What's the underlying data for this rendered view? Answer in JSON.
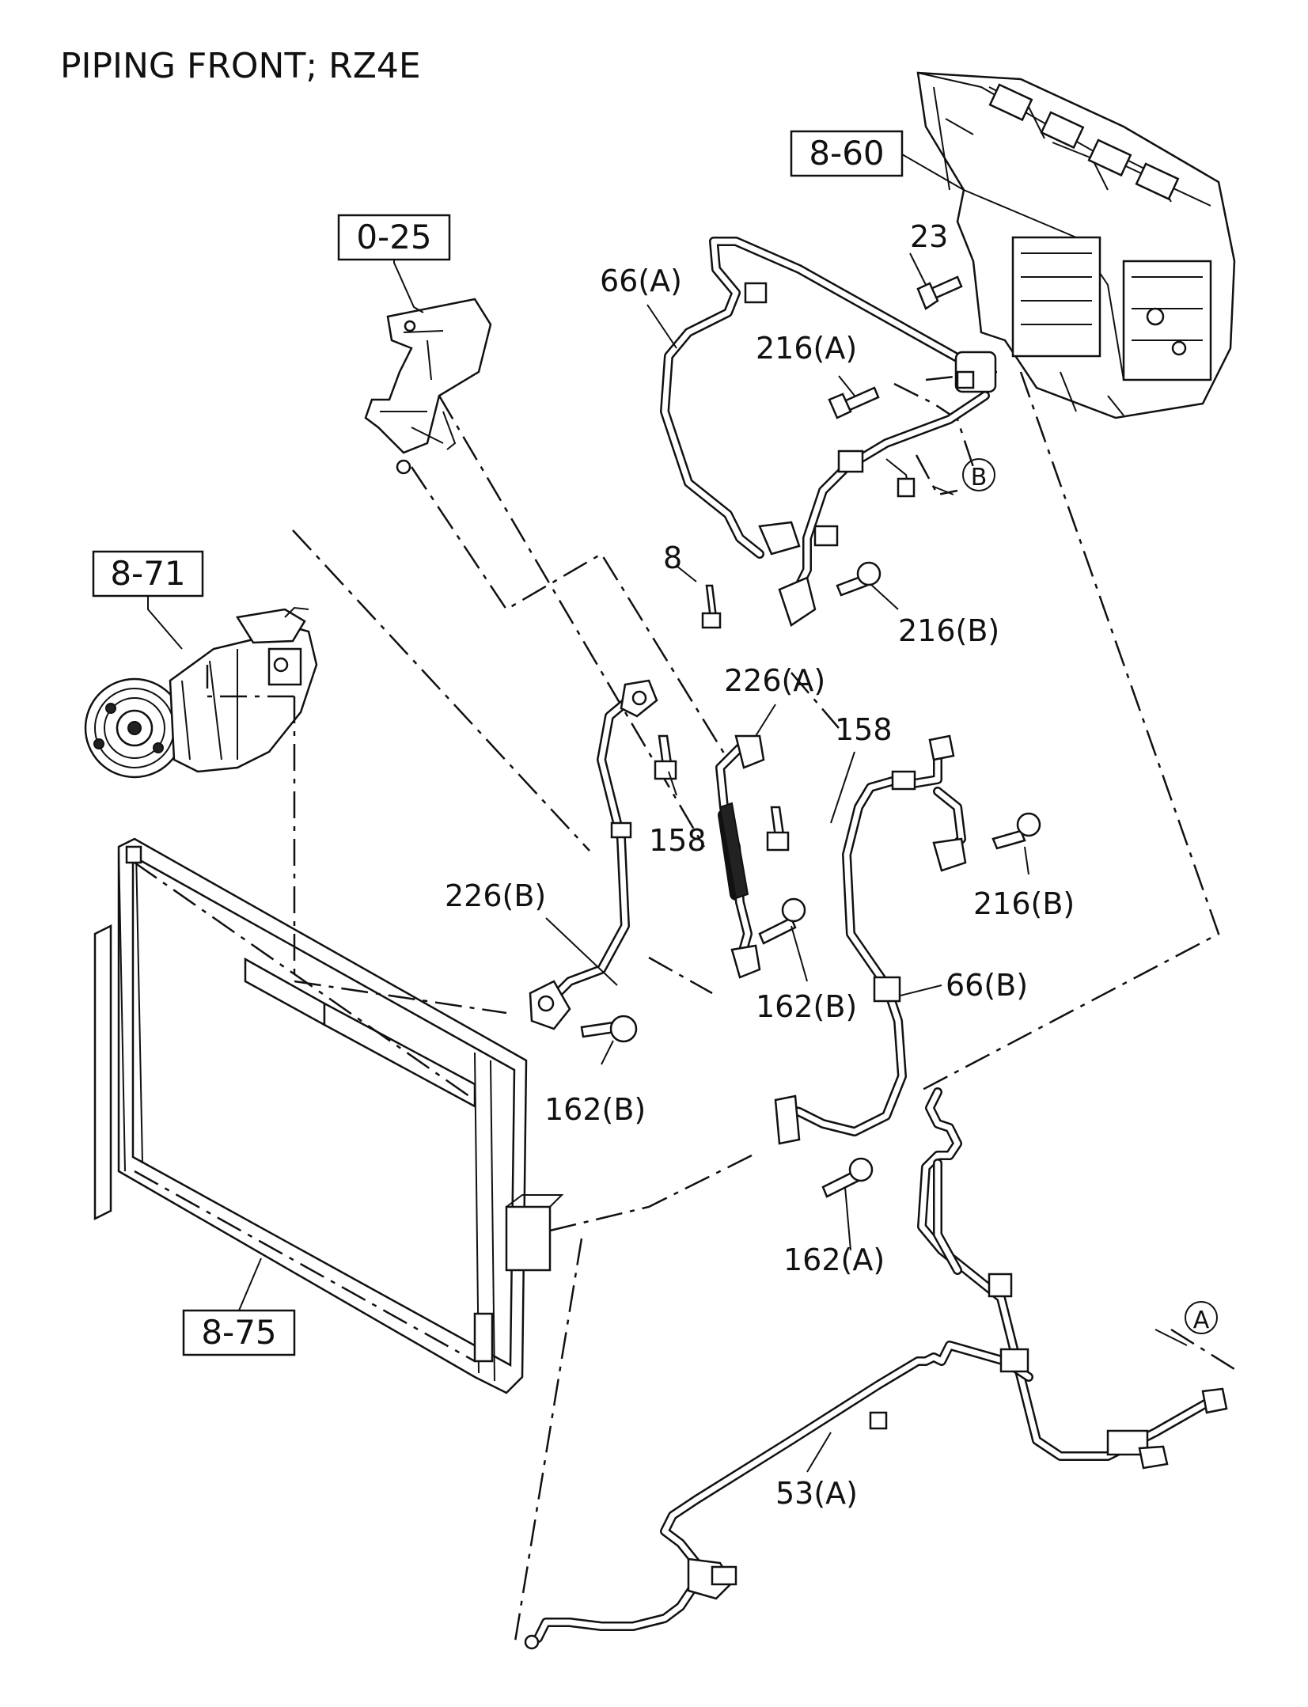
{
  "title": "PIPING FRONT; RZ4E",
  "boxed_refs": [
    "8-60",
    "0-25",
    "8-71",
    "8-75"
  ],
  "callouts": {
    "p23": "23",
    "p66a": "66(A)",
    "p216a": "216(A)",
    "circB": "B",
    "p8": "8",
    "p216b_top": "216(B)",
    "p226a": "226(A)",
    "p158_right": "158",
    "p158_left": "158",
    "p226b": "226(B)",
    "p216b_right": "216(B)",
    "p162b_mid": "162(B)",
    "p66b": "66(B)",
    "p162b_left": "162(B)",
    "p162a": "162(A)",
    "circA": "A",
    "p53a": "53(A)"
  }
}
